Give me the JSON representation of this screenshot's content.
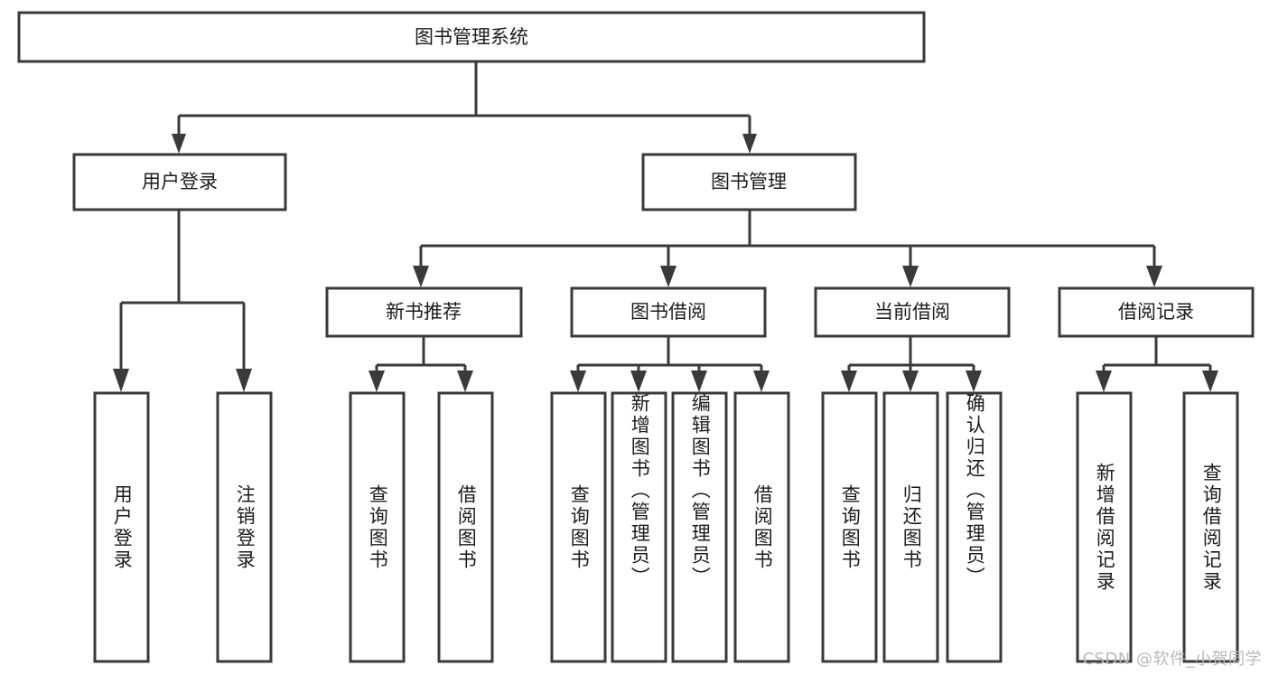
{
  "diagram": {
    "title": "图书管理系统",
    "type": "tree-hierarchy-chart",
    "root": {
      "id": "root",
      "label": "图书管理系统"
    },
    "level2": [
      {
        "id": "user-login",
        "label": "用户登录"
      },
      {
        "id": "book-manage",
        "label": "图书管理"
      }
    ],
    "level3": [
      {
        "id": "new-book-rec",
        "label": "新书推荐",
        "parent": "book-manage"
      },
      {
        "id": "book-borrow",
        "label": "图书借阅",
        "parent": "book-manage"
      },
      {
        "id": "current-borrow",
        "label": "当前借阅",
        "parent": "book-manage"
      },
      {
        "id": "borrow-record",
        "label": "借阅记录",
        "parent": "book-manage"
      }
    ],
    "leaves": {
      "user-login": [
        {
          "id": "leaf-user-login",
          "label": "用户登录"
        },
        {
          "id": "leaf-logout-login",
          "label": "注销登录"
        }
      ],
      "new-book-rec": [
        {
          "id": "leaf-query-book-1",
          "label": "查询图书"
        },
        {
          "id": "leaf-borrow-book-1",
          "label": "借阅图书"
        }
      ],
      "book-borrow": [
        {
          "id": "leaf-query-book-2",
          "label": "查询图书"
        },
        {
          "id": "leaf-add-book",
          "label": "新增图书（管理员）"
        },
        {
          "id": "leaf-edit-book",
          "label": "编辑图书（管理员）"
        },
        {
          "id": "leaf-borrow-book-2",
          "label": "借阅图书"
        }
      ],
      "current-borrow": [
        {
          "id": "leaf-query-book-3",
          "label": "查询图书"
        },
        {
          "id": "leaf-return-book",
          "label": "归还图书"
        },
        {
          "id": "leaf-confirm-return",
          "label": "确认归还（管理员）"
        }
      ],
      "borrow-record": [
        {
          "id": "leaf-add-record",
          "label": "新增借阅记录"
        },
        {
          "id": "leaf-query-record",
          "label": "查询借阅记录"
        }
      ]
    }
  },
  "watermark": {
    "text": "CSDN @软件_小贺同学"
  },
  "colors": {
    "box_stroke": "#3a3a3a",
    "box_fill": "#ffffff",
    "text": "#1c1c1c",
    "background": "#ffffff",
    "watermark": "#b8b8b8"
  }
}
